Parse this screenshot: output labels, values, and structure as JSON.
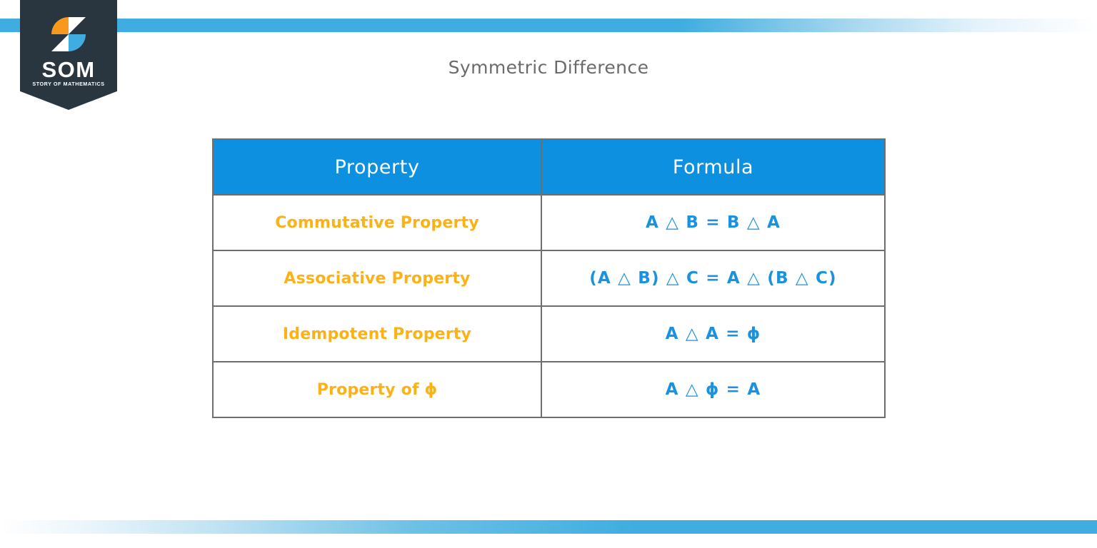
{
  "page": {
    "title": "Symmetric Difference",
    "background_color": "#ffffff"
  },
  "brand": {
    "name": "SOM",
    "tagline": "STORY OF MATHEMATICS",
    "shield_color": "#29363f",
    "mark_orange": "#f8981d",
    "mark_blue": "#3fade0",
    "mark_white": "#ffffff"
  },
  "decor": {
    "bar_color": "#3fade0",
    "top_bar_label": "top-accent-bar",
    "bottom_bar_label": "bottom-accent-bar"
  },
  "table": {
    "header_bg": "#0d90df",
    "header_text_color": "#ffffff",
    "border_color": "#6e6e6e",
    "property_color": "#fcb215",
    "formula_color": "#1a92e0",
    "headers": [
      "Property",
      "Formula"
    ],
    "rows": [
      {
        "property": "Commutative Property",
        "formula": "A △ B = B △ A"
      },
      {
        "property": "Associative Property",
        "formula": "(A △ B) △ C = A △ (B △ C)"
      },
      {
        "property": "Idempotent Property",
        "formula": "A △ A = ϕ"
      },
      {
        "property": "Property of ϕ",
        "formula": "A △ ϕ = A"
      }
    ]
  }
}
